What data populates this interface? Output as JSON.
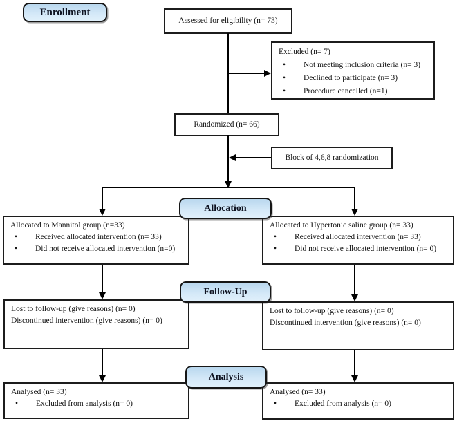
{
  "bullet_char": "•",
  "stages": {
    "enrollment": "Enrollment",
    "allocation": "Allocation",
    "followup": "Follow-Up",
    "analysis": "Analysis"
  },
  "boxes": {
    "assessed": {
      "text": "Assessed for eligibility (n= 73)"
    },
    "excluded": {
      "title": "Excluded (n= 7)",
      "bullets": [
        "Not meeting inclusion criteria (n= 3)",
        "Declined to participate (n= 3)",
        "Procedure cancelled (n=1)"
      ]
    },
    "randomized": {
      "text": "Randomized (n= 66)"
    },
    "block": {
      "text": "Block of 4,6,8 randomization"
    },
    "alloc_mannitol": {
      "title": "Allocated to Mannitol group (n=33)",
      "bullets": [
        "Received allocated intervention (n= 33)",
        "Did not receive allocated intervention (n=0)"
      ]
    },
    "alloc_hypertonic": {
      "title": "Allocated to Hypertonic saline group (n= 33)",
      "bullets": [
        "Received allocated intervention (n= 33)",
        "Did not receive allocated intervention (n= 0)"
      ]
    },
    "followup_mannitol": {
      "lines": [
        "Lost to follow-up (give reasons) (n= 0)",
        "Discontinued intervention (give reasons) (n= 0)"
      ]
    },
    "followup_hypertonic": {
      "lines": [
        "Lost to follow-up (give reasons) (n= 0)",
        "Discontinued intervention (give reasons) (n= 0)"
      ]
    },
    "analysis_mannitol": {
      "title": "Analysed (n= 33)",
      "bullets": [
        "Excluded from analysis (n= 0)"
      ]
    },
    "analysis_hypertonic": {
      "title": "Analysed (n= 33)",
      "bullets": [
        "Excluded from analysis (n= 0)"
      ]
    }
  },
  "colors": {
    "badge_fill": "#cfe3f5",
    "badge_border": "#161616",
    "box_border": "#1c1c1c",
    "connector": "#000000",
    "badge_text": "#0e1220"
  }
}
